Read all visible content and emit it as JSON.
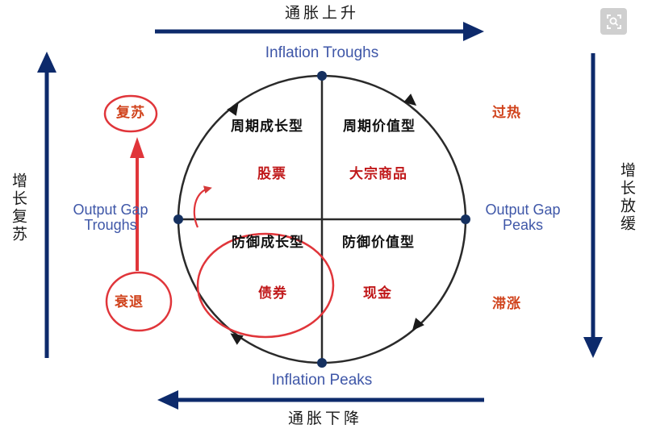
{
  "top_axis": "通胀上升",
  "bottom_axis": "通胀下降",
  "left_axis": "增长复苏",
  "right_axis": "增长放缓",
  "inflation_troughs": "Inflation Troughs",
  "inflation_peaks": "Inflation Peaks",
  "output_gap_troughs": "Output Gap\nTroughs",
  "output_gap_peaks": "Output Gap\nPeaks",
  "quadrants": {
    "top_left": {
      "type": "周期成长型",
      "asset": "股票"
    },
    "top_right": {
      "type": "周期价值型",
      "asset": "大宗商品"
    },
    "bottom_left": {
      "type": "防御成长型",
      "asset": "债券"
    },
    "bottom_right": {
      "type": "防御价值型",
      "asset": "现金"
    }
  },
  "phases": {
    "recovery": "复苏",
    "overheat": "过热",
    "recession": "衰退",
    "stagflation": "滞涨"
  },
  "colors": {
    "axis_arrow": "#0d2a6b",
    "circle": "#2a2a2a",
    "annotation_red": "#e0353a",
    "english_blue": "#3f57a8",
    "asset_red": "#c0181a",
    "phase_orange": "#d0421b"
  },
  "icons": {
    "zoom": "search-icon"
  }
}
